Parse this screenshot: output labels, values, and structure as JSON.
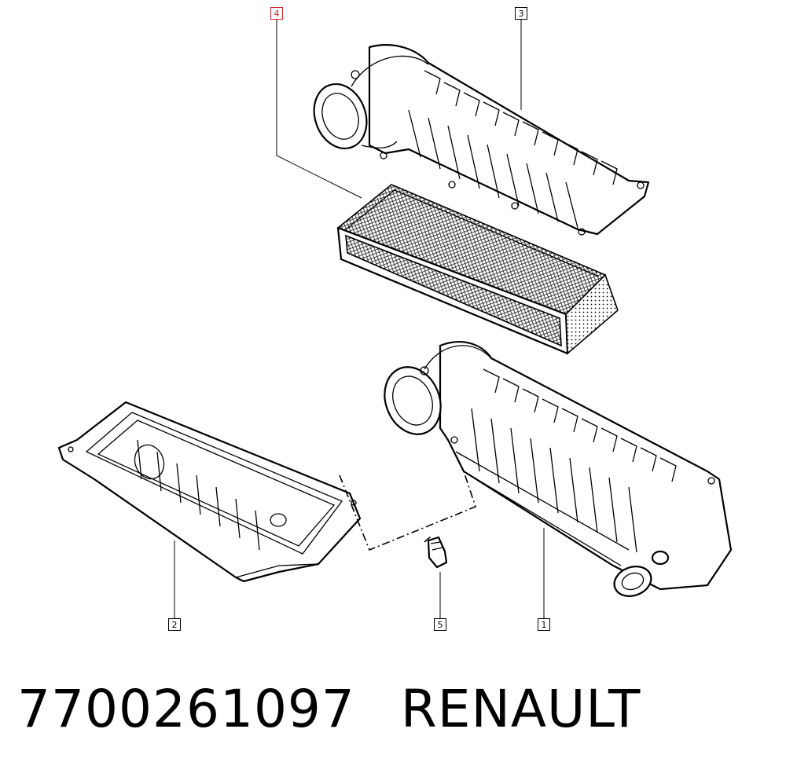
{
  "diagram": {
    "callouts": [
      {
        "id": "1",
        "label": "1"
      },
      {
        "id": "2",
        "label": "2"
      },
      {
        "id": "3",
        "label": "3"
      },
      {
        "id": "4",
        "label": "4",
        "highlighted": true
      },
      {
        "id": "5",
        "label": "5"
      }
    ],
    "highlight_color": "#d0202a"
  },
  "footer": {
    "part_number": "7700261097",
    "brand": "RENAULT"
  }
}
